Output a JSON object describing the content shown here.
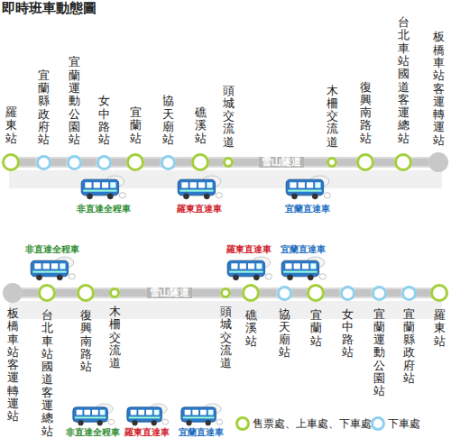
{
  "diagram": {
    "title": "即時班車動態圖",
    "nodes": [
      {
        "text": [
          "羅東站"
        ]
      },
      {
        "text": [
          "宜蘭縣政府站"
        ]
      },
      {
        "text": [
          "宜蘭運動公園站"
        ]
      },
      {
        "text": [
          "女中路站"
        ]
      },
      {
        "text": [
          "宜蘭站"
        ]
      },
      {
        "text": [
          "協天廟站"
        ]
      },
      {
        "text": [
          "礁溪站"
        ]
      },
      {
        "text": [
          "頭城交流道"
        ]
      },
      {
        "text": [
          "木柵交流道"
        ]
      },
      {
        "text": [
          "復興南路站"
        ]
      },
      {
        "text": [
          "台北車站國道客運總站"
        ]
      },
      {
        "text": [
          "板橋車站客運轉運站"
        ]
      },
      {
        "text": [
          "板橋車站客運轉運站"
        ]
      },
      {
        "text": [
          "台北車站國道客運總站"
        ]
      },
      {
        "text": [
          "復興南路站"
        ]
      },
      {
        "text": [
          "木柵交流道"
        ]
      },
      {
        "text": [
          "頭城交流道"
        ]
      },
      {
        "text": [
          "礁溪站"
        ]
      },
      {
        "text": [
          "協天廟站"
        ]
      },
      {
        "text": [
          "宜蘭站"
        ]
      },
      {
        "text": [
          "女中路站"
        ]
      },
      {
        "text": [
          "宜蘭運動公園站"
        ]
      },
      {
        "text": [
          "宜蘭縣政府站"
        ]
      },
      {
        "text": [
          "羅東站"
        ]
      }
    ],
    "edges": [
      {
        "from": 0,
        "to": 1,
        "arrow": "none"
      },
      {
        "from": 1,
        "to": 2,
        "arrow": "none"
      },
      {
        "from": 2,
        "to": 3,
        "arrow": "none"
      },
      {
        "from": 3,
        "to": 4,
        "arrow": "none"
      },
      {
        "from": 4,
        "to": 5,
        "arrow": "none"
      },
      {
        "from": 5,
        "to": 6,
        "arrow": "none"
      },
      {
        "from": 6,
        "to": 7,
        "arrow": "none"
      },
      {
        "from": 7,
        "to": 8,
        "arrow": "none"
      },
      {
        "from": 8,
        "to": 9,
        "arrow": "none"
      },
      {
        "from": 9,
        "to": 10,
        "arrow": "none"
      },
      {
        "from": 10,
        "to": 11,
        "arrow": "none"
      },
      {
        "from": 12,
        "to": 13,
        "arrow": "none"
      },
      {
        "from": 13,
        "to": 14,
        "arrow": "none"
      },
      {
        "from": 14,
        "to": 15,
        "arrow": "none"
      },
      {
        "from": 15,
        "to": 16,
        "arrow": "none"
      },
      {
        "from": 16,
        "to": 17,
        "arrow": "none"
      },
      {
        "from": 17,
        "to": 18,
        "arrow": "none"
      },
      {
        "from": 18,
        "to": 19,
        "arrow": "none"
      },
      {
        "from": 19,
        "to": 20,
        "arrow": "none"
      },
      {
        "from": 20,
        "to": 21,
        "arrow": "none"
      },
      {
        "from": 21,
        "to": 22,
        "arrow": "none"
      },
      {
        "from": 22,
        "to": 23,
        "arrow": "none"
      }
    ],
    "labels": [
      "雪山隧道",
      "非直達全程車",
      "羅東直達車",
      "宜蘭直達車",
      "非直達全程車",
      "羅東直達車",
      "宜蘭直達車",
      "雪山隧道"
    ],
    "legend": [
      {
        "text": "非直達全程車"
      },
      {
        "text": "羅東直達車"
      },
      {
        "text": "宜蘭直達車"
      },
      {
        "text": "售票處、上車處、下車處"
      },
      {
        "text": "下車處"
      }
    ]
  }
}
